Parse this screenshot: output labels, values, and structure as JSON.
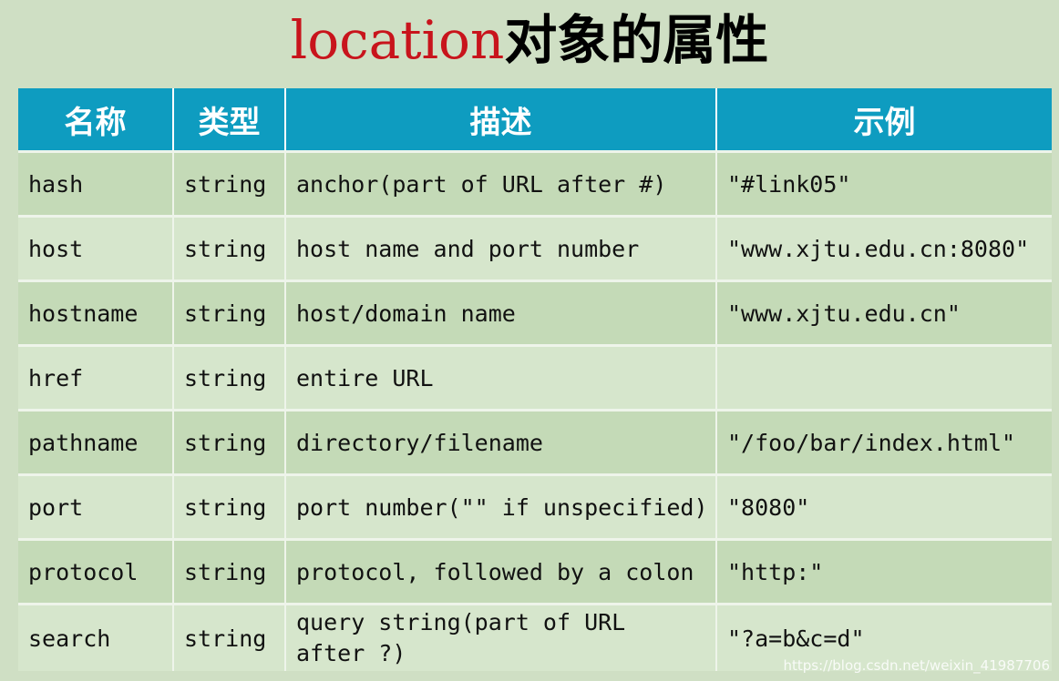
{
  "title": {
    "part1": "location",
    "part2": "对象的属性"
  },
  "table": {
    "headers": [
      "名称",
      "类型",
      "描述",
      "示例"
    ],
    "rows": [
      [
        "hash",
        "string",
        "anchor(part of URL after #)",
        "\"#link05\""
      ],
      [
        "host",
        "string",
        "host name and port number",
        "\"www.xjtu.edu.cn:8080\""
      ],
      [
        "hostname",
        "string",
        "host/domain name",
        "\"www.xjtu.edu.cn\""
      ],
      [
        "href",
        "string",
        "entire URL",
        ""
      ],
      [
        "pathname",
        "string",
        "directory/filename",
        "\"/foo/bar/index.html\""
      ],
      [
        "port",
        "string",
        "port number(\"\" if unspecified)",
        "\"8080\""
      ],
      [
        "protocol",
        "string",
        "protocol, followed by a colon",
        "\"http:\""
      ],
      [
        "search",
        "string",
        "query string(part of URL after ?)",
        "\"?a=b&c=d\""
      ]
    ]
  },
  "watermark": "https://blog.csdn.net/weixin_41987706",
  "colors": {
    "header_bg": "#0e9cc0",
    "title_red": "#c8141c",
    "background": "#cfdfc4"
  }
}
